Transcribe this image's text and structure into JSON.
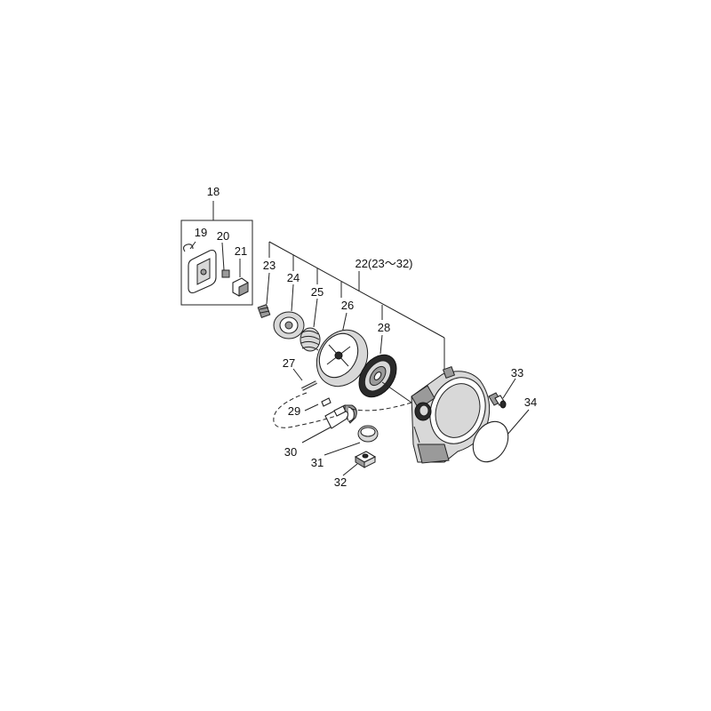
{
  "callouts": {
    "c18": "18",
    "c19": "19",
    "c20": "20",
    "c21": "21",
    "c22": "22(23～32)",
    "c23": "23",
    "c24": "24",
    "c25": "25",
    "c26": "26",
    "c27": "27",
    "c28": "28",
    "c29": "29",
    "c30": "30",
    "c31": "31",
    "c32": "32",
    "c33": "33",
    "c34": "34"
  }
}
